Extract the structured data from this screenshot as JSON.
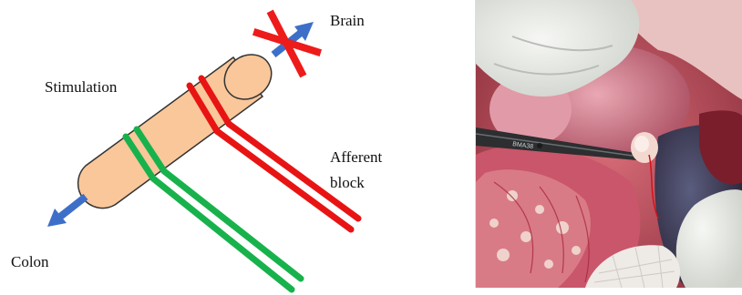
{
  "labels": {
    "brain": "Brain",
    "stimulation": "Stimulation",
    "afferent_line1": "Afferent",
    "afferent_line2": "block",
    "colon": "Colon"
  },
  "colors": {
    "nerve_tube": "#F9C79A",
    "tube_outline": "#333333",
    "red_electrode": "#E81414",
    "green_electrode": "#18B24C",
    "arrow": "#3E6FC8",
    "cross": "#EE1B1B"
  },
  "icons": {
    "block_mark": "x-cross-icon",
    "direction_up": "arrow-up-right-icon",
    "direction_down": "arrow-down-left-icon"
  }
}
